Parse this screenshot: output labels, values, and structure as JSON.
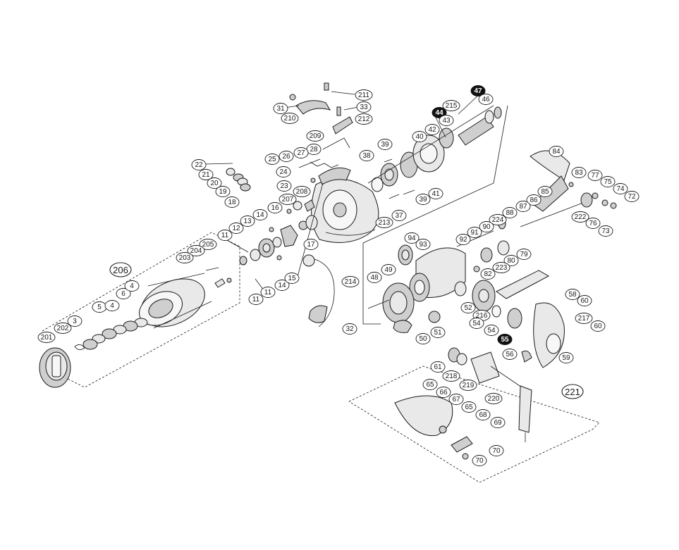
{
  "diagram": {
    "callouts": {
      "c1": "211",
      "c2": "47",
      "c3": "31",
      "c4": "33",
      "c5": "46",
      "c6": "44",
      "c7": "215",
      "c8": "210",
      "c9": "212",
      "c10": "43",
      "c11": "42",
      "c12": "209",
      "c13": "40",
      "c14": "39",
      "c15": "28",
      "c16": "84",
      "c17": "38",
      "c18": "25",
      "c19": "26",
      "c20": "27",
      "c21": "22",
      "c22": "21",
      "c23": "24",
      "c24": "83",
      "c25": "77",
      "c26": "20",
      "c27": "23",
      "c28": "75",
      "c29": "19",
      "c30": "208",
      "c31": "41",
      "c32": "74",
      "c33": "72",
      "c34": "85",
      "c35": "18",
      "c36": "207",
      "c37": "39",
      "c38": "86",
      "c39": "87",
      "c40": "37",
      "c41": "88",
      "c42": "16",
      "c43": "14",
      "c44": "222",
      "c45": "76",
      "c46": "13",
      "c47": "213",
      "c48": "224",
      "c49": "90",
      "c50": "73",
      "c51": "11",
      "c52": "12",
      "c53": "91",
      "c54": "94",
      "c55": "92",
      "c56": "17",
      "c57": "205",
      "c58": "93",
      "c59": "204",
      "c60": "79",
      "c61": "203",
      "c62": "80",
      "c63": "223",
      "c64": "14",
      "c65": "49",
      "c66": "15",
      "c67": "82",
      "c68": "48",
      "c69": "214",
      "c70": "11",
      "c71": "11",
      "c72": "58",
      "c73": "6",
      "c74": "4",
      "c75": "5",
      "c76": "60",
      "c77": "4",
      "c78": "52",
      "c79": "216",
      "c80": "3",
      "c81": "217",
      "c82": "54",
      "c83": "54",
      "c84": "60",
      "c85": "202",
      "c86": "51",
      "c87": "32",
      "c88": "201",
      "c89": "50",
      "c90": "55",
      "c91": "56",
      "c92": "59",
      "c93": "61",
      "c94": "218",
      "c95": "219",
      "c96": "65",
      "c97": "66",
      "c98": "220",
      "c99": "67",
      "c100": "65",
      "c101": "68",
      "c102": "69",
      "c103": "70",
      "c104": "70"
    },
    "groups": {
      "g1": "206",
      "g2": "221"
    }
  }
}
